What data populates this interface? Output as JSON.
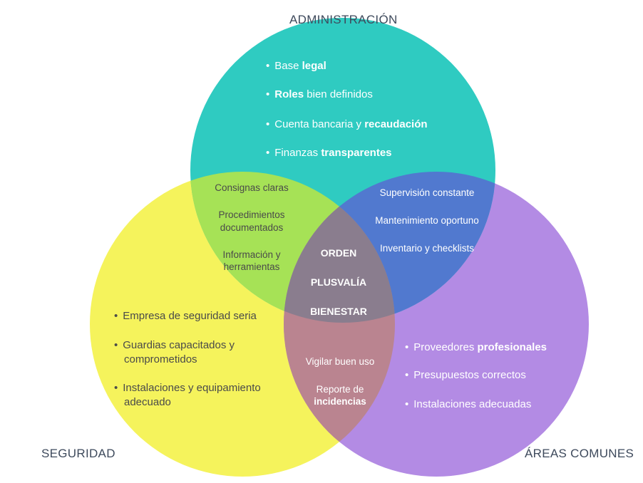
{
  "labels": {
    "top": "ADMINISTRACIÓN",
    "left": "SEGURIDAD",
    "right": "ÁREAS COMUNES"
  },
  "colors": {
    "administracion": "#2fcbc1",
    "seguridad": "#f5f35c",
    "areas_comunes": "#b38be4",
    "overlap_admin_seg": "#a6e256",
    "overlap_admin_areas": "#5179cf",
    "overlap_seg_areas": "#ba8490",
    "center": "#8a7d8e"
  },
  "administracion": {
    "items": [
      {
        "pre": "Base ",
        "strong": "legal",
        "post": ""
      },
      {
        "pre": "",
        "strong": "Roles",
        "post": " bien definidos"
      },
      {
        "pre": "Cuenta bancaria y ",
        "strong": "recaudación",
        "post": ""
      },
      {
        "pre": "Finanzas ",
        "strong": "transparentes",
        "post": ""
      }
    ]
  },
  "admin_seguridad": {
    "items": [
      "Consignas claras",
      "Procedimientos",
      "documentados",
      "Información y",
      "herramientas"
    ]
  },
  "admin_areas": {
    "items": [
      "Supervisión constante",
      "Mantenimiento oportuno",
      "Inventario y checklists"
    ]
  },
  "centro": {
    "items": [
      "ORDEN",
      "PLUSVALÍA",
      "BIENESTAR"
    ]
  },
  "seguridad": {
    "items": [
      "Empresa de seguridad seria",
      "Guardias capacitados y",
      "comprometidos",
      "Instalaciones y equipamiento",
      "adecuado"
    ]
  },
  "seguridad_areas": {
    "items": [
      "Vigilar buen uso",
      "Reporte de",
      "incidencias"
    ]
  },
  "areas_comunes": {
    "items": [
      {
        "pre": "Proveedores ",
        "strong": "profesionales"
      },
      {
        "pre": "Presupuestos correctos",
        "strong": ""
      },
      {
        "pre": "Instalaciones adecuadas",
        "strong": ""
      }
    ]
  }
}
